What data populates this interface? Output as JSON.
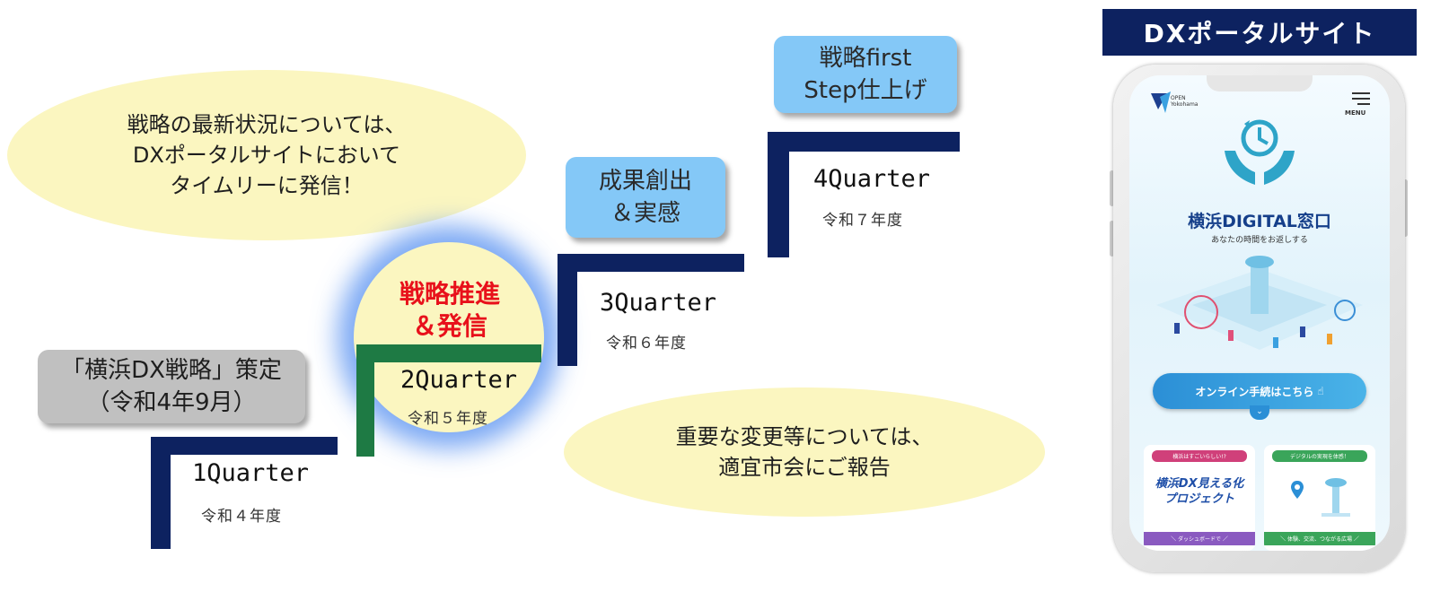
{
  "ellipse_top": "戦略の最新状況については、\nDXポータルサイトにおいて\nタイムリーに発信！",
  "ellipse_bottom": "重要な変更等については、\n適宜市会にご報告",
  "gray_box": "「横浜DX戦略」策定\n（令和4年9月）",
  "q3_box": "成果創出\n＆実感",
  "q4_box": "戦略first\nStep仕上げ",
  "highlight": "戦略推進\n＆発信",
  "steps": [
    {
      "quarter": "1Quarter",
      "year": "令和４年度"
    },
    {
      "quarter": "2Quarter",
      "year": "令和５年度"
    },
    {
      "quarter": "3Quarter",
      "year": "令和６年度"
    },
    {
      "quarter": "4Quarter",
      "year": "令和７年度"
    }
  ],
  "portal": {
    "title": "DXポータルサイト",
    "menu_label": "MENU",
    "logo_text": "OPEN\nYokohama",
    "brand": "横浜DIGITAL窓口",
    "tagline": "あなたの時間をお返しする",
    "online_button": "オンライン手続はこちら",
    "card1_tag": "横浜はすごいらしい!?",
    "card1_title": "横浜DX見える化\nプロジェクト",
    "card1_footer": "＼ ダッシュボードで ／",
    "card2_tag": "デジタルの実現を体感！",
    "card2_footer": "＼ 体験、交流、つながる広場 ／"
  },
  "colors": {
    "navy": "#0d2260",
    "green": "#1e7a44",
    "ellipse": "#fbf6c0",
    "box_blue": "#84c8f7",
    "box_gray": "#c0c0c0",
    "highlight_red": "#e8111b",
    "button_blue": "#2b8fd6"
  }
}
